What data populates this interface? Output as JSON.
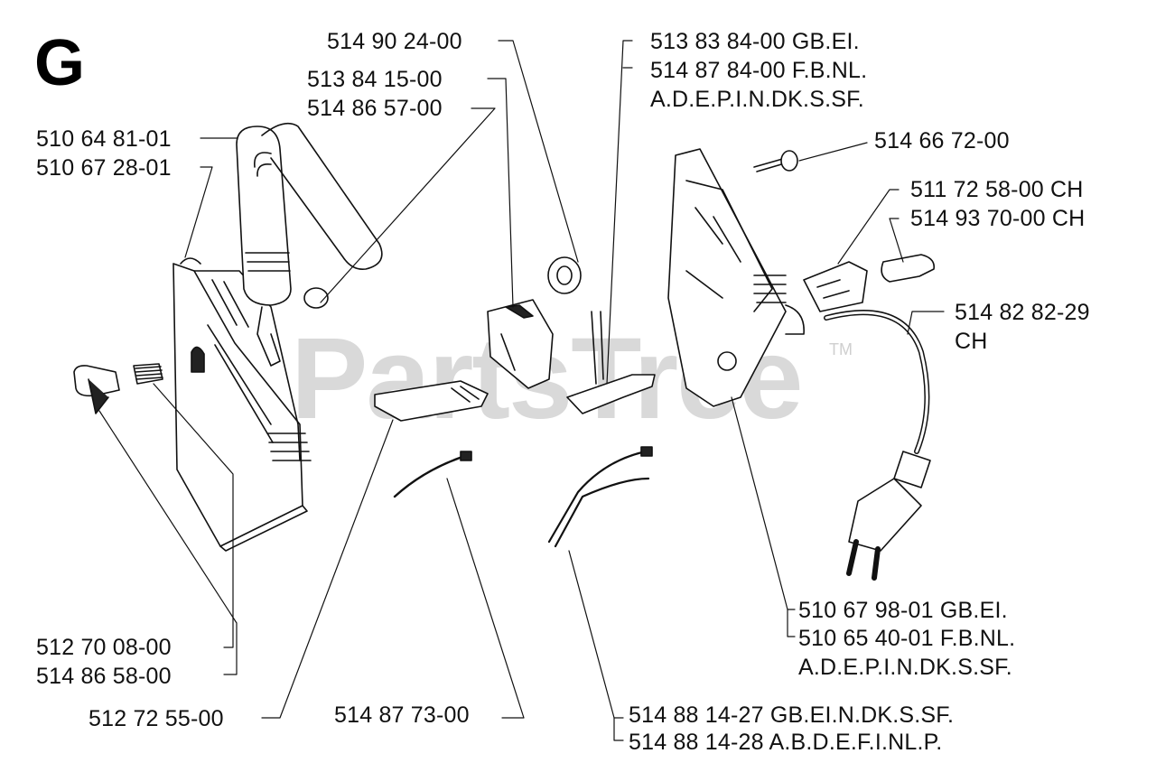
{
  "section": "G",
  "watermark": "PartsTree",
  "trademark": "TM",
  "labels": {
    "p5149024": "514 90 24-00",
    "p5138415": "513 84 15-00",
    "p5148657": "514 86 57-00",
    "p5106481": "510 64 81-01",
    "p5106728": "510 67 28-01",
    "p5138384": "513 83 84-00 GB.EI.",
    "p5148784": "514 87 84-00 F.B.NL.",
    "p5148784b": "A.D.E.P.I.N.DK.S.SF.",
    "p5146672": "514 66 72-00",
    "p5117258": "511 72 58-00 CH",
    "p5149370": "514 93 70-00 CH",
    "p5148282": "514 82 82-29",
    "p5148282b": "CH",
    "p5127008": "512 70 08-00",
    "p5148658": "514 86 58-00",
    "p5127255": "512 72 55-00",
    "p5148773": "514 87 73-00",
    "p5106798": "510 67 98-01 GB.EI.",
    "p5106540": "510 65 40-01 F.B.NL.",
    "p5106540b": "A.D.E.P.I.N.DK.S.SF.",
    "p5148814a": "514 88 14-27 GB.EI.N.DK.S.SF.",
    "p5148814b": "514 88 14-28 A.B.D.E.F.I.NL.P."
  }
}
